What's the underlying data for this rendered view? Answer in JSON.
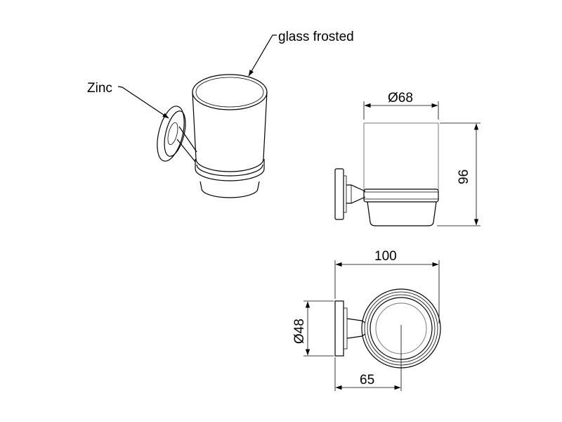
{
  "labels": {
    "glass": "glass frosted",
    "zinc": "Zinc"
  },
  "dimensions": {
    "cup_diameter": "Ø68",
    "height": "96",
    "depth": "100",
    "base_diameter": "Ø48",
    "center_offset": "65"
  },
  "colors": {
    "line": "#000000",
    "background": "#ffffff"
  }
}
